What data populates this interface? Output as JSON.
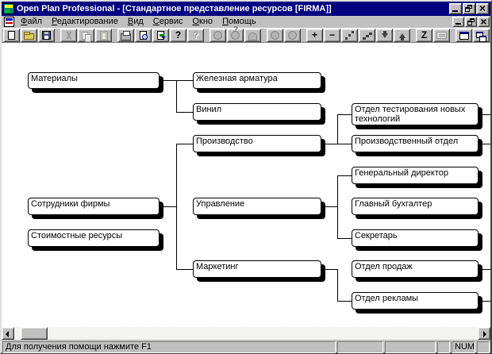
{
  "window": {
    "title": "Open Plan Professional - [Стандартное представление ресурсов [FIRMA]]"
  },
  "menu": {
    "items": [
      "Файл",
      "Редактирование",
      "Вид",
      "Сервис",
      "Окно",
      "Помощь"
    ]
  },
  "toolbar": {
    "icons": [
      {
        "name": "new",
        "enabled": true
      },
      {
        "name": "open",
        "enabled": true
      },
      {
        "name": "save",
        "enabled": true
      },
      {
        "name": "cut",
        "enabled": false
      },
      {
        "name": "copy",
        "enabled": false
      },
      {
        "name": "paste",
        "enabled": false
      },
      {
        "name": "print",
        "enabled": true
      },
      {
        "name": "print-preview",
        "enabled": true
      },
      {
        "name": "transfer",
        "enabled": true
      },
      {
        "name": "help",
        "enabled": true
      },
      {
        "name": "context-help",
        "enabled": false
      },
      {
        "name": "resource-circle-1",
        "enabled": false
      },
      {
        "name": "resource-circle-2",
        "enabled": false
      },
      {
        "name": "resource-dome",
        "enabled": false
      },
      {
        "name": "view-circle-1",
        "enabled": false
      },
      {
        "name": "view-circle-2",
        "enabled": false
      },
      {
        "name": "add",
        "enabled": true
      },
      {
        "name": "remove",
        "enabled": true
      },
      {
        "name": "scatter",
        "enabled": true
      },
      {
        "name": "steps",
        "enabled": true
      },
      {
        "name": "move-down",
        "enabled": true
      },
      {
        "name": "move-up",
        "enabled": true
      },
      {
        "name": "sort",
        "enabled": true
      },
      {
        "name": "notes",
        "enabled": false
      },
      {
        "name": "tile-windows",
        "enabled": true
      },
      {
        "name": "arrange-windows",
        "enabled": true
      }
    ]
  },
  "diagram": {
    "boxes": [
      {
        "label": "Материалы",
        "parent": null,
        "more_children": false
      },
      {
        "label": "Железная арматура",
        "parent": "Материалы",
        "more_children": false
      },
      {
        "label": "Винил",
        "parent": "Материалы",
        "more_children": false
      },
      {
        "label": "Производство",
        "parent": "Сотрудники фирмы",
        "more_children": false
      },
      {
        "label": "Управление",
        "parent": "Сотрудники фирмы",
        "more_children": false
      },
      {
        "label": "Маркетинг",
        "parent": "Сотрудники фирмы",
        "more_children": false
      },
      {
        "label": "Сотрудники фирмы",
        "parent": null,
        "more_children": false
      },
      {
        "label": "Стоимостные ресурсы",
        "parent": null,
        "more_children": false
      },
      {
        "label": "Отдел тестирования новых технологий",
        "parent": "Производство",
        "more_children": true
      },
      {
        "label": "Производственный отдел",
        "parent": "Производство",
        "more_children": true
      },
      {
        "label": "Генеральный директор",
        "parent": "Управление",
        "more_children": false
      },
      {
        "label": "Главный бухгалтер",
        "parent": "Управление",
        "more_children": false
      },
      {
        "label": "Секретарь",
        "parent": "Управление",
        "more_children": false
      },
      {
        "label": "Отдел продаж",
        "parent": "Маркетинг",
        "more_children": true
      },
      {
        "label": "Отдел рекламы",
        "parent": "Маркетинг",
        "more_children": true
      }
    ]
  },
  "status": {
    "help_text": "Для получения помощи нажмите F1",
    "num_indicator": "NUM"
  },
  "colors": {
    "titlebar": "#000080",
    "chrome": "#c0c0c0",
    "canvas_bg": "#ffffff",
    "box_border": "#000000",
    "box_shadow": "#000000"
  }
}
